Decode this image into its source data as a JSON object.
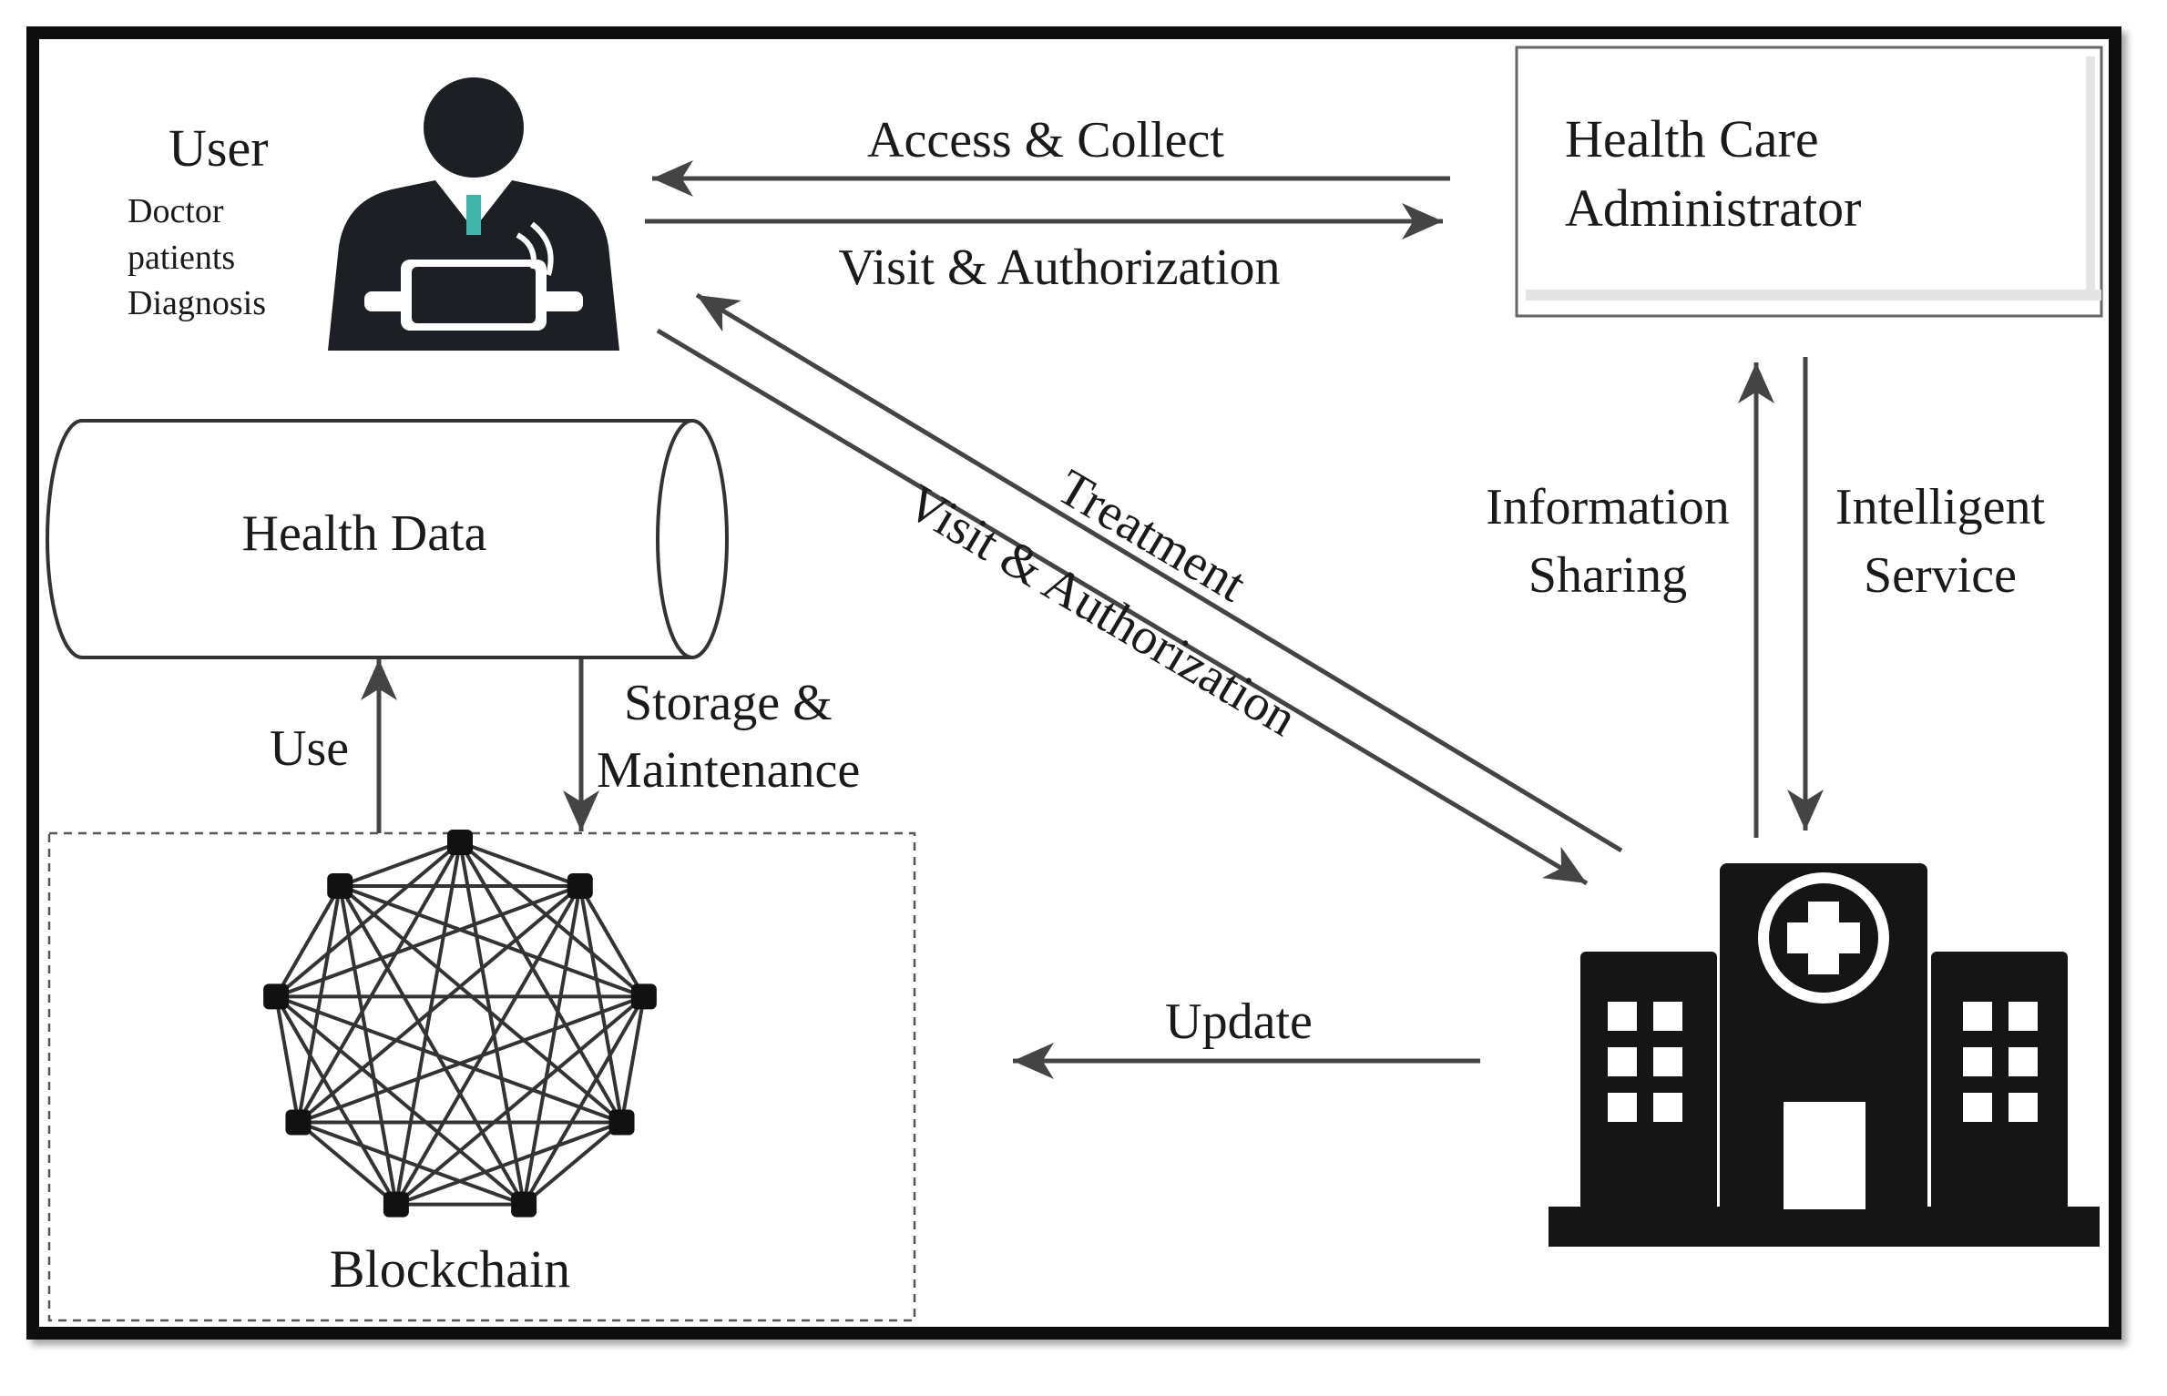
{
  "user": {
    "title": "User",
    "roles": [
      "Doctor",
      "patients",
      "Diagnosis"
    ],
    "icon": "user-with-tablet-icon"
  },
  "administrator": {
    "line1": "Health Care",
    "line2": "Administrator"
  },
  "health_data": {
    "label": "Health Data",
    "icon": "database-cylinder-icon"
  },
  "blockchain": {
    "label": "Blockchain",
    "icon": "network-mesh-icon"
  },
  "hospital": {
    "icon": "hospital-building-icon"
  },
  "arrows": {
    "access_collect": "Access & Collect",
    "visit_auth_top": "Visit & Authorization",
    "treatment": "Treatment",
    "visit_auth_diag": "Visit & Authorization",
    "info_sharing_1": "Information",
    "info_sharing_2": "Sharing",
    "intelligent_1": "Intelligent",
    "intelligent_2": "Service",
    "use": "Use",
    "storage_1": "Storage &",
    "storage_2": "Maintenance",
    "update": "Update"
  },
  "colors": {
    "frame": "#111111",
    "line": "#444444",
    "icon": "#151515",
    "tie": "#3fb6a8"
  }
}
